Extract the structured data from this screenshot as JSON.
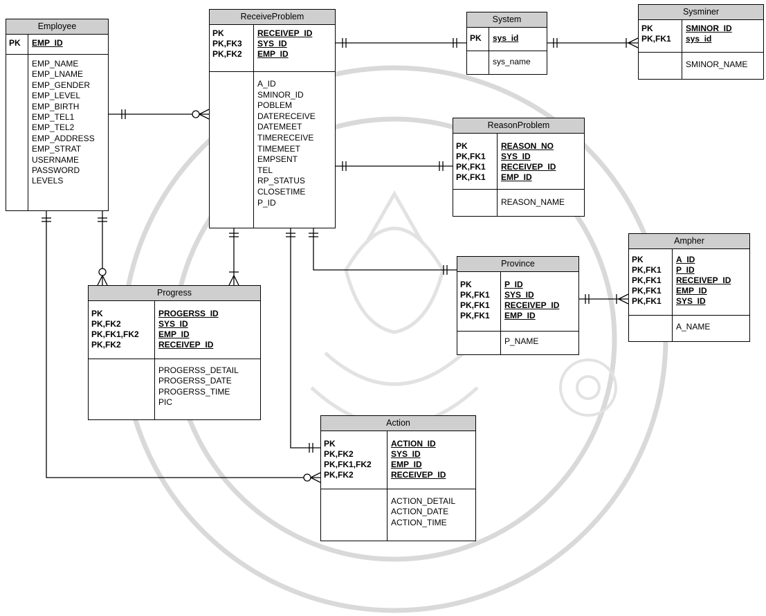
{
  "entities": {
    "employee": {
      "title": "Employee",
      "pk_labels": [
        "PK"
      ],
      "keys": [
        "EMP_ID"
      ],
      "attributes": [
        "EMP_NAME",
        "EMP_LNAME",
        "EMP_GENDER",
        "EMP_LEVEL",
        "EMP_BIRTH",
        "EMP_TEL1",
        "EMP_TEL2",
        "EMP_ADDRESS",
        "EMP_STRAT",
        "USERNAME",
        "PASSWORD",
        "LEVELS"
      ]
    },
    "receive_problem": {
      "title": "ReceiveProblem",
      "pk_labels": [
        "PK",
        "PK,FK3",
        "PK,FK2"
      ],
      "keys": [
        "RECEIVEP_ID",
        "SYS_ID",
        "EMP_ID"
      ],
      "attributes": [
        "A_ID",
        "SMINOR_ID",
        "POBLEM",
        "DATERECEIVE",
        "DATEMEET",
        "TIMERECEIVE",
        "TIMEMEET",
        "EMPSENT",
        "TEL",
        "RP_STATUS",
        "CLOSETIME",
        "P_ID"
      ]
    },
    "system": {
      "title": "System",
      "pk_labels": [
        "PK"
      ],
      "keys": [
        "sys_id"
      ],
      "attributes": [
        "sys_name"
      ]
    },
    "sysminer": {
      "title": "Sysminer",
      "pk_labels": [
        "PK",
        "PK,FK1"
      ],
      "keys": [
        "SMINOR_ID",
        "sys_id"
      ],
      "attributes": [
        "SMINOR_NAME"
      ]
    },
    "reason_problem": {
      "title": "ReasonProblem",
      "pk_labels": [
        "PK",
        "PK,FK1",
        "PK,FK1",
        "PK,FK1"
      ],
      "keys": [
        "REASON_NO",
        "SYS_ID",
        "RECEIVEP_ID",
        "EMP_ID"
      ],
      "attributes": [
        "REASON_NAME"
      ]
    },
    "ampher": {
      "title": "Ampher",
      "pk_labels": [
        "PK",
        "PK,FK1",
        "PK,FK1",
        "PK,FK1",
        "PK,FK1"
      ],
      "keys": [
        "A_ID",
        "P_ID",
        "RECEIVEP_ID",
        "EMP_ID",
        "SYS_ID"
      ],
      "attributes": [
        "A_NAME"
      ]
    },
    "province": {
      "title": "Province",
      "pk_labels": [
        "PK",
        "PK,FK1",
        "PK,FK1",
        "PK,FK1"
      ],
      "keys": [
        "P_ID",
        "SYS_ID",
        "RECEIVEP_ID",
        "EMP_ID"
      ],
      "attributes": [
        "P_NAME"
      ]
    },
    "progress": {
      "title": "Progress",
      "pk_labels": [
        "PK",
        "PK,FK2",
        "PK,FK1,FK2",
        "PK,FK2"
      ],
      "keys": [
        "PROGERSS_ID",
        "SYS_ID",
        "EMP_ID",
        "RECEIVEP_ID"
      ],
      "attributes": [
        "PROGERSS_DETAIL",
        "PROGERSS_DATE",
        "PROGERSS_TIME",
        "PIC"
      ]
    },
    "action": {
      "title": "Action",
      "pk_labels": [
        "PK",
        "PK,FK2",
        "PK,FK1,FK2",
        "PK,FK2"
      ],
      "keys": [
        "ACTION_ID",
        "SYS_ID",
        "EMP_ID",
        "RECEIVEP_ID"
      ],
      "attributes": [
        "ACTION_DETAIL",
        "ACTION_DATE",
        "ACTION_TIME"
      ]
    }
  },
  "relationships": [
    {
      "from": "Employee",
      "to": "ReceiveProblem",
      "from_end": "one",
      "to_end": "zero-or-many"
    },
    {
      "from": "ReceiveProblem",
      "to": "System",
      "from_end": "one",
      "to_end": "one"
    },
    {
      "from": "System",
      "to": "Sysminer",
      "from_end": "one",
      "to_end": "one-or-many"
    },
    {
      "from": "ReceiveProblem",
      "to": "ReasonProblem",
      "from_end": "one",
      "to_end": "one"
    },
    {
      "from": "ReceiveProblem",
      "to": "Province",
      "from_end": "one",
      "to_end": "one"
    },
    {
      "from": "Province",
      "to": "Ampher",
      "from_end": "one",
      "to_end": "one-or-many"
    },
    {
      "from": "Employee",
      "to": "Progress",
      "from_end": "one",
      "to_end": "zero-or-many"
    },
    {
      "from": "ReceiveProblem",
      "to": "Progress",
      "from_end": "one",
      "to_end": "one-or-many"
    },
    {
      "from": "ReceiveProblem",
      "to": "Action",
      "from_end": "one",
      "to_end": "one"
    },
    {
      "from": "Employee",
      "to": "Action",
      "from_end": "one",
      "to_end": "zero-or-many"
    }
  ],
  "colors": {
    "header_fill": "#cfcfcf",
    "line": "#000000",
    "watermark": "#cfcfcf"
  }
}
